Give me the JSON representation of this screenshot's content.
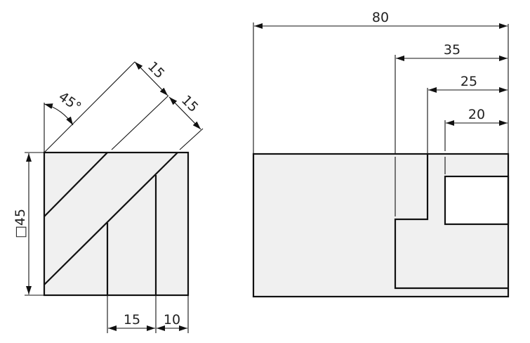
{
  "left_view": {
    "square_label": "□45",
    "angle_label": "45°",
    "diag_dim_1": "15",
    "diag_dim_2": "15",
    "bottom_dim_1": "15",
    "bottom_dim_2": "10"
  },
  "right_view": {
    "dim_total": "80",
    "dim_35": "35",
    "dim_25": "25",
    "dim_20": "20"
  },
  "colors": {
    "body_fill": "#f0f0f0",
    "line": "#111111"
  }
}
